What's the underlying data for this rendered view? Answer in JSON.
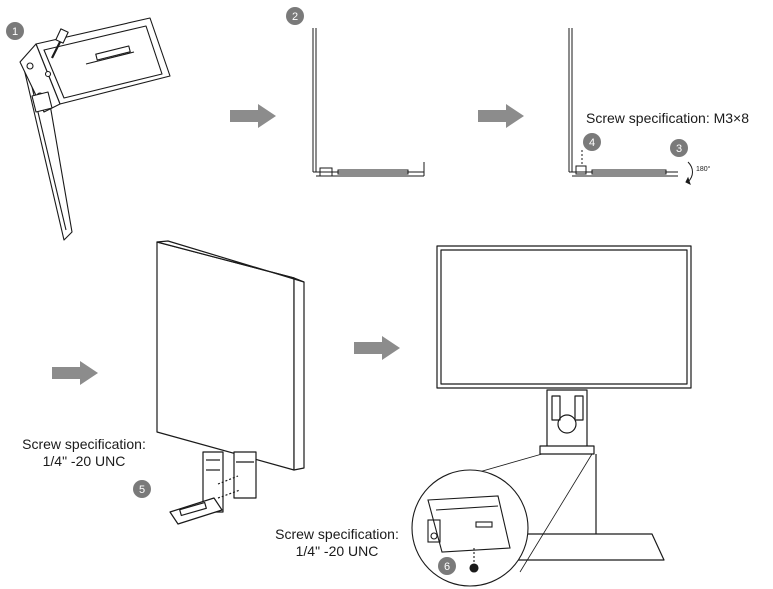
{
  "colors": {
    "line": "#1a1a1a",
    "arrow": "#8c8c8c",
    "step_badge": "#7a7a7a",
    "background": "#ffffff"
  },
  "steps": [
    "1",
    "2",
    "3",
    "4",
    "5",
    "6"
  ],
  "labels": {
    "screw_m3": "Screw specification: M3×8",
    "screw_unc_a_line1": "Screw specification:",
    "screw_unc_a_line2": "1/4\" -20 UNC",
    "screw_unc_b_line1": "Screw specification:",
    "screw_unc_b_line2": "1/4\" -20 UNC",
    "rotation": "180°"
  },
  "arrows": [
    "arrow-right",
    "arrow-right",
    "arrow-right",
    "arrow-right"
  ]
}
